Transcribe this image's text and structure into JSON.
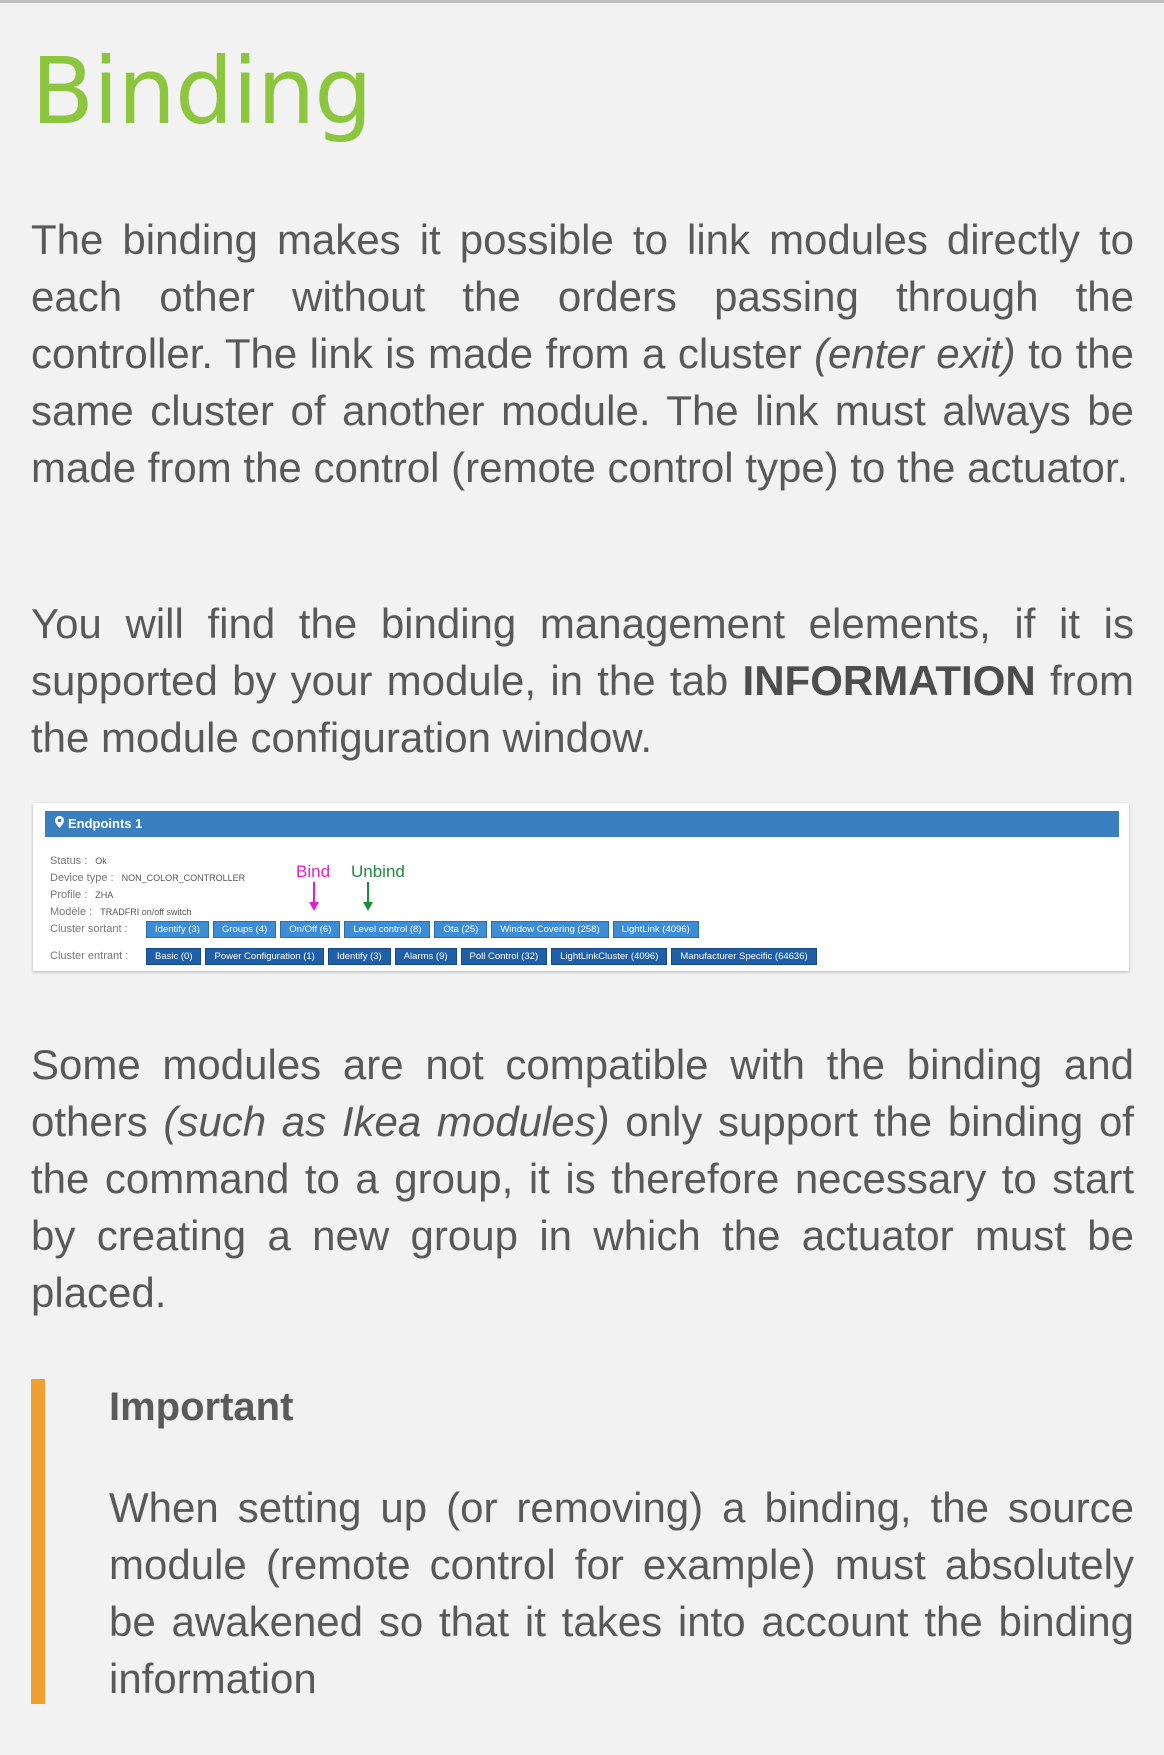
{
  "title": "Binding",
  "p1": {
    "before": "The binding makes it possible to link modules directly to each other without the orders passing through the controller. The link is made from a cluster ",
    "em": "(enter exit)",
    "after": " to the same cluster of another module. The link must always be made from the control (remote control type) to the actuator."
  },
  "p2": {
    "before": "You will find the binding management elements, if it is supported by your module, in the tab ",
    "strong": "INFORMATION",
    "after": " from the module configuration window."
  },
  "screenshot": {
    "header": "Endpoints 1",
    "status_label": "Status :",
    "status_value": "Ok",
    "device_label": "Device type :",
    "device_value": "NON_COLOR_CONTROLLER",
    "profile_label": "Profile :",
    "profile_value": "ZHA",
    "model_label": "Modèle :",
    "model_value": "TRADFRI on/off switch",
    "out_label": "Cluster sortant :",
    "out_clusters": [
      "Identify (3)",
      "Groups (4)",
      "On/Off (6)",
      "Level control (8)",
      "Ota (25)",
      "Window Covering (258)",
      "LightLink (4096)"
    ],
    "in_label": "Cluster entrant :",
    "in_clusters": [
      "Basic (0)",
      "Power Configuration (1)",
      "Identify (3)",
      "Alarms (9)",
      "Poll Control (32)",
      "LightLinkCluster (4096)",
      "Manufacturer Specific (64636)"
    ],
    "bind_label": "Bind",
    "unbind_label": "Unbind",
    "bind_color": "#e020d0",
    "unbind_color": "#1e8a3c"
  },
  "p3": {
    "before": "Some modules are not compatible with the binding and others ",
    "em": "(such as Ikea modules)",
    "after": " only support the binding of the command to a group, it is therefore necessary to start by creating a new group in which the actuator must be placed."
  },
  "important": {
    "title": "Important",
    "text": "When setting up (or removing) a binding, the source module (remote control for example) must absolutely be awakened so that it takes into account the binding information"
  },
  "colors": {
    "title": "#8cc63f",
    "important_bar": "#f0a030",
    "panel_header": "#3a7fc0"
  }
}
